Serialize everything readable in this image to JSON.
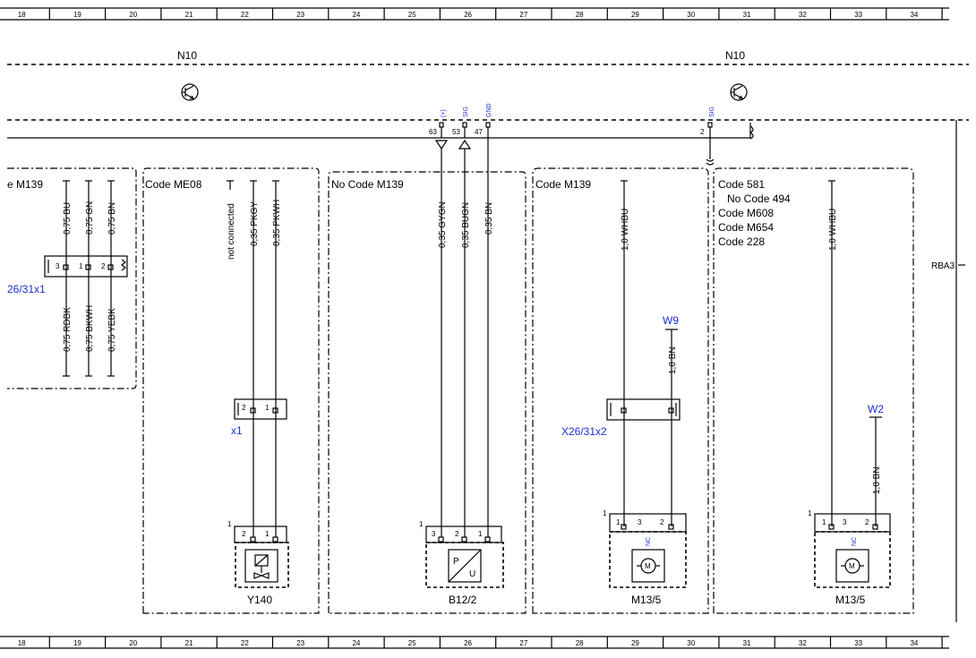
{
  "grid": {
    "columns": [
      "18",
      "19",
      "20",
      "21",
      "22",
      "23",
      "24",
      "25",
      "26",
      "27",
      "28",
      "29",
      "30",
      "31",
      "32",
      "33",
      "34"
    ]
  },
  "modules": {
    "left": "N10",
    "right": "N10"
  },
  "bus": {
    "pin_plus": "(+)",
    "pin_sig": "SIG",
    "pin_gnd": "GND",
    "pin_sig_right": "SIG",
    "pin_63": "63",
    "pin_53": "53",
    "pin_47": "47",
    "pin_2": "2"
  },
  "side_label": "RBA3",
  "sections": {
    "s1": {
      "code": "e M139",
      "wires_top": [
        "0,75 BU",
        "0,75 GN",
        "0,75 BN"
      ],
      "pins": [
        "3",
        "1",
        "2"
      ],
      "wires_bottom": [
        "0,75 RDBK",
        "0,75 BKWH",
        "0,75 YEBK"
      ],
      "connector": "26/31x1"
    },
    "s2": {
      "code": "Code ME08",
      "wire_a": "not connected",
      "wire_b": "0,35 PKGY",
      "wire_c": "0,35 PKWH",
      "x1_pins": [
        "2",
        "1"
      ],
      "x1": "x1",
      "comp_pin1": "1",
      "comp_pins": [
        "2",
        "1"
      ],
      "component": "Y140"
    },
    "s3": {
      "code": "No Code M139",
      "wires": [
        "0,35 GYGN",
        "0,35 BUGN",
        "0,35 BN"
      ],
      "comp_pin1": "1",
      "comp_pins": [
        "3",
        "2",
        "1"
      ],
      "sensor_p": "P",
      "sensor_u": "U",
      "component": "B12/2"
    },
    "s4": {
      "code": "Code M139",
      "wire": "1,0 WHBU",
      "ground": "W9",
      "ground_wire": "1,0 BN",
      "connector": "X26/31x2",
      "comp_pin1": "1",
      "comp_pins": [
        "1",
        "3",
        "2"
      ],
      "nc": "NC",
      "motor": "M",
      "component": "M13/5"
    },
    "s5": {
      "codes": [
        "Code 581",
        "No Code 494",
        "Code M608",
        "Code M654",
        "Code 228"
      ],
      "wire": "1,0 WHBU",
      "ground": "W2",
      "ground_wire": "1,0 BN",
      "comp_pin1": "1",
      "comp_pins": [
        "1",
        "3",
        "2"
      ],
      "nc": "NC",
      "motor": "M",
      "component": "M13/5"
    }
  }
}
